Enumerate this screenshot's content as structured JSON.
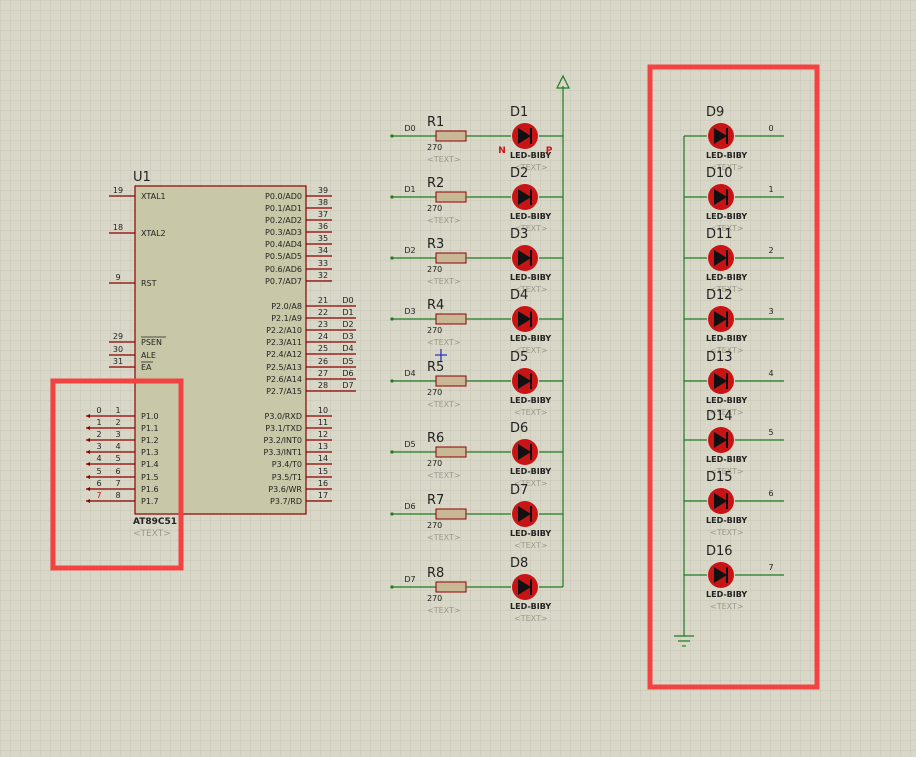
{
  "colors": {
    "background": "#d9d8c8",
    "grid": "#c9c8b6",
    "wire": "#1f7a1f",
    "pin": "#8b0000",
    "chip": "#c8c8a8",
    "led": "#c81414",
    "resistor": "#c8b896",
    "highlight": "#f24242",
    "text_placeholder": "#9a9a8a"
  },
  "mcu": {
    "ref": "U1",
    "part": "AT89C51",
    "text_placeholder": "<TEXT>",
    "left_pins": [
      {
        "num": "19",
        "name": "XTAL1"
      },
      {
        "num": "18",
        "name": "XTAL2"
      },
      {
        "num": "9",
        "name": "RST"
      },
      {
        "num": "29",
        "name": "PSEN"
      },
      {
        "num": "30",
        "name": "ALE"
      },
      {
        "num": "31",
        "name": "EA"
      },
      {
        "num": "1",
        "name": "P1.0",
        "net": "0"
      },
      {
        "num": "2",
        "name": "P1.1",
        "net": "1"
      },
      {
        "num": "3",
        "name": "P1.2",
        "net": "2"
      },
      {
        "num": "4",
        "name": "P1.3",
        "net": "3"
      },
      {
        "num": "5",
        "name": "P1.4",
        "net": "4"
      },
      {
        "num": "6",
        "name": "P1.5",
        "net": "5"
      },
      {
        "num": "7",
        "name": "P1.6",
        "net": "6"
      },
      {
        "num": "8",
        "name": "P1.7",
        "net": "7"
      }
    ],
    "right_pins": [
      {
        "num": "39",
        "name": "P0.0/AD0"
      },
      {
        "num": "38",
        "name": "P0.1/AD1"
      },
      {
        "num": "37",
        "name": "P0.2/AD2"
      },
      {
        "num": "36",
        "name": "P0.3/AD3"
      },
      {
        "num": "35",
        "name": "P0.4/AD4"
      },
      {
        "num": "34",
        "name": "P0.5/AD5"
      },
      {
        "num": "33",
        "name": "P0.6/AD6"
      },
      {
        "num": "32",
        "name": "P0.7/AD7"
      },
      {
        "num": "21",
        "name": "P2.0/A8",
        "net": "D0"
      },
      {
        "num": "22",
        "name": "P2.1/A9",
        "net": "D1"
      },
      {
        "num": "23",
        "name": "P2.2/A10",
        "net": "D2"
      },
      {
        "num": "24",
        "name": "P2.3/A11",
        "net": "D3"
      },
      {
        "num": "25",
        "name": "P2.4/A12",
        "net": "D4"
      },
      {
        "num": "26",
        "name": "P2.5/A13",
        "net": "D5"
      },
      {
        "num": "27",
        "name": "P2.6/A14",
        "net": "D6"
      },
      {
        "num": "28",
        "name": "P2.7/A15",
        "net": "D7"
      },
      {
        "num": "10",
        "name": "P3.0/RXD"
      },
      {
        "num": "11",
        "name": "P3.1/TXD"
      },
      {
        "num": "12",
        "name": "P3.2/INT0"
      },
      {
        "num": "13",
        "name": "P3.3/INT1"
      },
      {
        "num": "14",
        "name": "P3.4/T0"
      },
      {
        "num": "15",
        "name": "P3.5/T1"
      },
      {
        "num": "16",
        "name": "P3.6/WR"
      },
      {
        "num": "17",
        "name": "P3.7/RD"
      }
    ]
  },
  "middle_leds": [
    {
      "net": "D0",
      "res": "R1",
      "value": "270",
      "led": "D1",
      "part": "LED-BIBY",
      "placeholder": "<TEXT>"
    },
    {
      "net": "D1",
      "res": "R2",
      "value": "270",
      "led": "D2",
      "part": "LED-BIBY",
      "placeholder": "<TEXT>"
    },
    {
      "net": "D2",
      "res": "R3",
      "value": "270",
      "led": "D3",
      "part": "LED-BIBY",
      "placeholder": "<TEXT>"
    },
    {
      "net": "D3",
      "res": "R4",
      "value": "270",
      "led": "D4",
      "part": "LED-BIBY",
      "placeholder": "<TEXT>"
    },
    {
      "net": "D4",
      "res": "R5",
      "value": "270",
      "led": "D5",
      "part": "LED-BIBY",
      "placeholder": "<TEXT>"
    },
    {
      "net": "D5",
      "res": "R6",
      "value": "270",
      "led": "D6",
      "part": "LED-BIBY",
      "placeholder": "<TEXT>"
    },
    {
      "net": "D6",
      "res": "R7",
      "value": "270",
      "led": "D7",
      "part": "LED-BIBY",
      "placeholder": "<TEXT>"
    },
    {
      "net": "D7",
      "res": "R8",
      "value": "270",
      "led": "D8",
      "part": "LED-BIBY",
      "placeholder": "<TEXT>"
    }
  ],
  "led_pin_labels": {
    "n": "N",
    "p": "P"
  },
  "right_leds": [
    {
      "led": "D9",
      "net": "0",
      "part": "LED-BIBY",
      "placeholder": "<TEXT>"
    },
    {
      "led": "D10",
      "net": "1",
      "part": "LED-BIBY",
      "placeholder": "<TEXT>"
    },
    {
      "led": "D11",
      "net": "2",
      "part": "LED-BIBY",
      "placeholder": "<TEXT>"
    },
    {
      "led": "D12",
      "net": "3",
      "part": "LED-BIBY",
      "placeholder": "<TEXT>"
    },
    {
      "led": "D13",
      "net": "4",
      "part": "LED-BIBY",
      "placeholder": "<TEXT>"
    },
    {
      "led": "D14",
      "net": "5",
      "part": "LED-BIBY",
      "placeholder": "<TEXT>"
    },
    {
      "led": "D15",
      "net": "6",
      "part": "LED-BIBY",
      "placeholder": "<TEXT>"
    },
    {
      "led": "D16",
      "net": "7",
      "part": "LED-BIBY",
      "placeholder": "<TEXT>"
    }
  ]
}
